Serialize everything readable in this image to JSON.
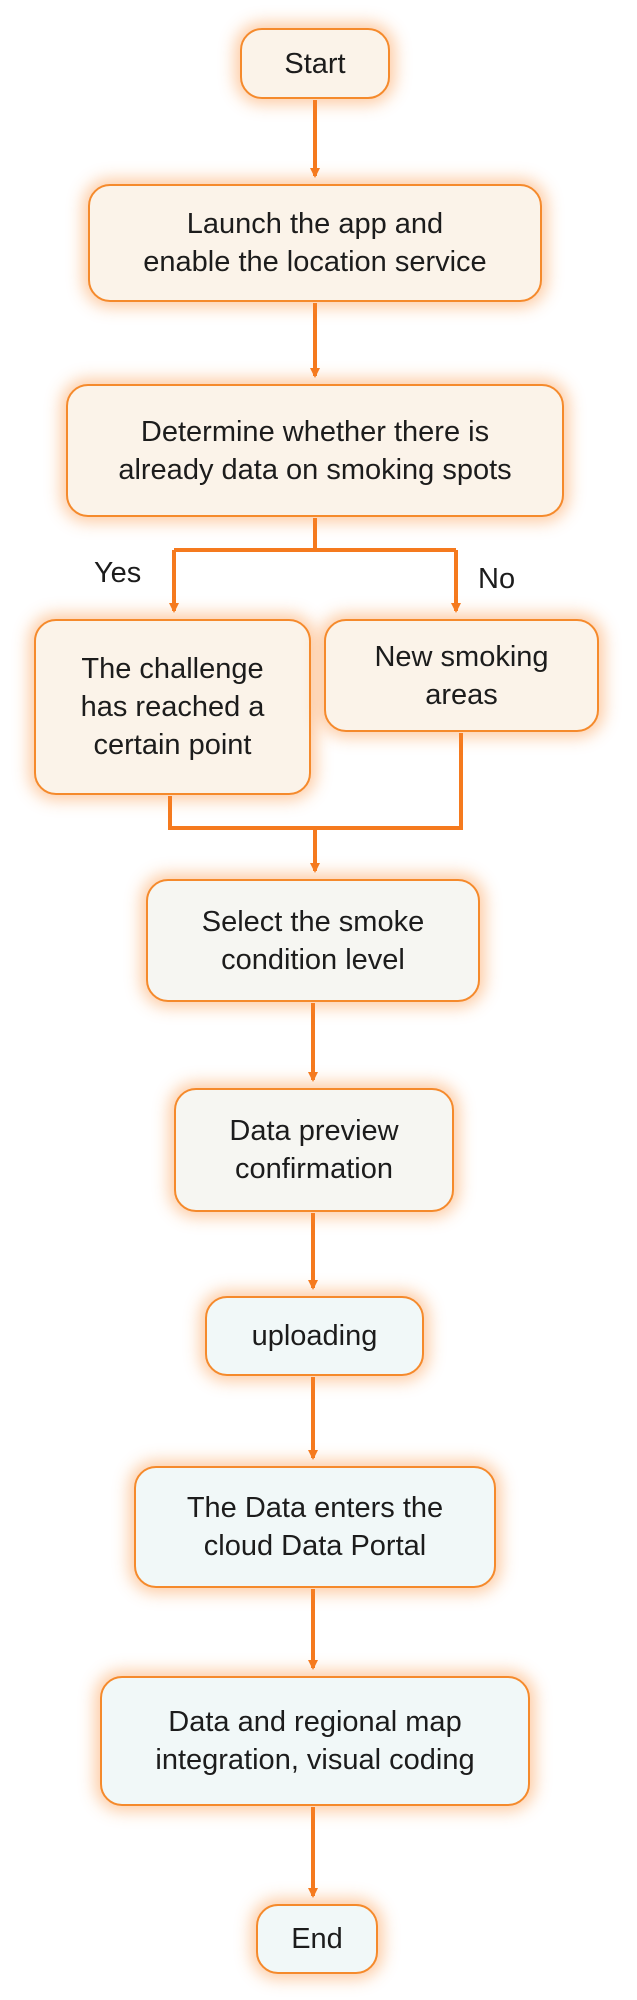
{
  "colors": {
    "connector": "#f57a1e",
    "node_border": "#f58a2c",
    "node_glow": "#fa8c32"
  },
  "nodes": {
    "start": "Start",
    "launch": "Launch the app and\nenable the location service",
    "determine": "Determine whether there is\nalready data on smoking spots",
    "challenge": "The challenge\nhas reached a\ncertain point",
    "new_areas": "New smoking\nareas",
    "select_level": "Select the smoke\ncondition level",
    "preview": "Data preview\nconfirmation",
    "uploading": "uploading",
    "cloud": "The Data enters the\ncloud Data Portal",
    "integration": "Data and regional map\nintegration, visual coding",
    "end": "End"
  },
  "branches": {
    "yes": "Yes",
    "no": "No"
  }
}
